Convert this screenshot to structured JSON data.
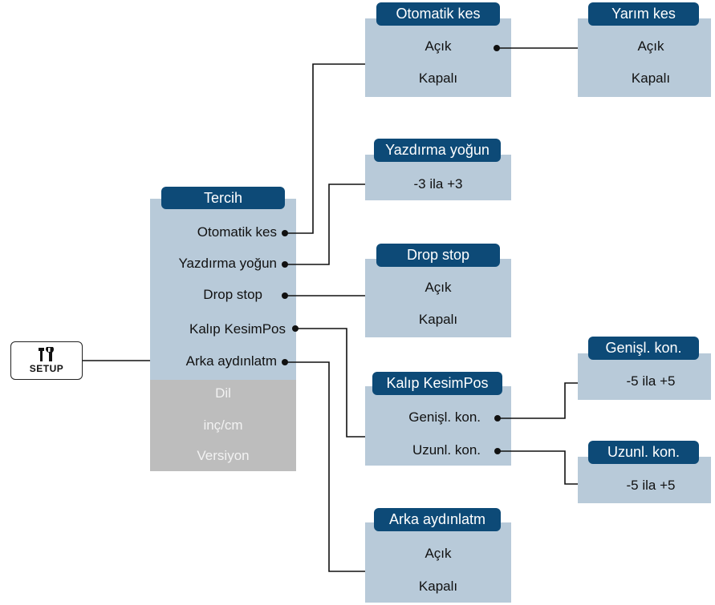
{
  "setup": {
    "icon": "wrench-screwdriver-icon",
    "label": "SETUP"
  },
  "tercih": {
    "title": "Tercih",
    "items": [
      "Otomatik kes",
      "Yazdırma yoğun",
      "Drop stop",
      "Kalıp KesimPos",
      "Arka aydınlatm"
    ],
    "disabled": [
      "Dil",
      "inç/cm",
      "Versiyon"
    ]
  },
  "otomatik_kes": {
    "title": "Otomatik kes",
    "items": [
      "Açık",
      "Kapalı"
    ]
  },
  "yarim_kes": {
    "title": "Yarım kes",
    "items": [
      "Açık",
      "Kapalı"
    ]
  },
  "yazdirma_yogun": {
    "title": "Yazdırma yoğun",
    "items": [
      "-3 ila +3"
    ]
  },
  "drop_stop": {
    "title": "Drop stop",
    "items": [
      "Açık",
      "Kapalı"
    ]
  },
  "kalip_kesimpos": {
    "title": "Kalıp KesimPos",
    "items": [
      "Genişl. kon.",
      "Uzunl. kon."
    ]
  },
  "genisl_kon": {
    "title": "Genişl. kon.",
    "items": [
      "-5 ila +5"
    ]
  },
  "uzunl_kon": {
    "title": "Uzunl. kon.",
    "items": [
      "-5 ila +5"
    ]
  },
  "arka_aydinlatm": {
    "title": "Arka aydınlatm",
    "items": [
      "Açık",
      "Kapalı"
    ]
  },
  "colors": {
    "header": "#0d4a77",
    "panel": "#b8cad9",
    "disabled_panel": "#bdbdbd",
    "line": "#111111"
  }
}
